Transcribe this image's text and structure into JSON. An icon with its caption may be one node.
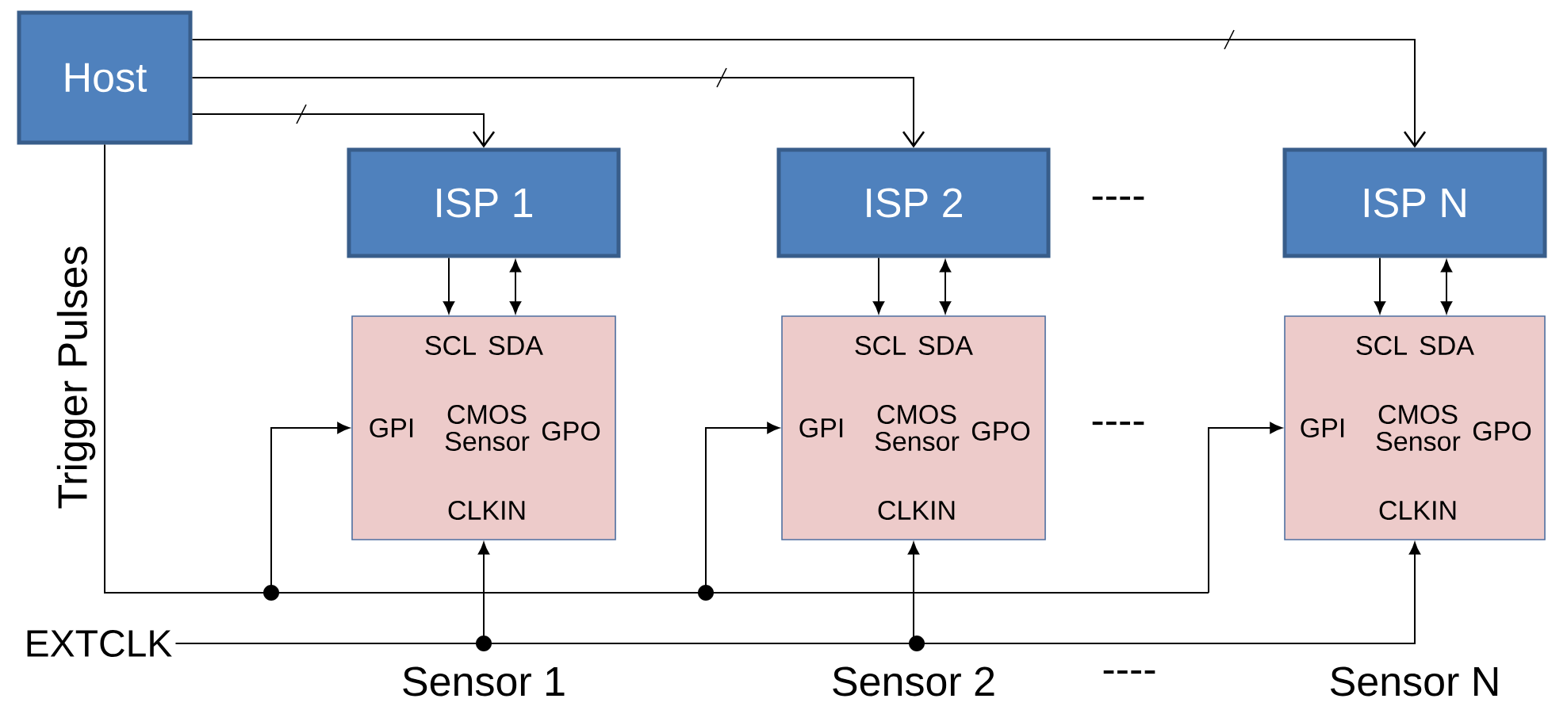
{
  "diagram": {
    "nodes": [
      {
        "text": [
          "Host"
        ]
      },
      {
        "text": [
          "ISP 1"
        ]
      },
      {
        "text": [
          "ISP 2"
        ]
      },
      {
        "text": [
          "ISP N"
        ]
      },
      {
        "text": [
          "SCL",
          "SDA",
          "GPI",
          "CMOS Sensor",
          "GPO",
          "CLKIN"
        ],
        "beside": [
          "Sensor 1"
        ]
      },
      {
        "text": [
          "SCL",
          "SDA",
          "GPI",
          "CMOS Sensor",
          "GPO",
          "CLKIN"
        ],
        "beside": [
          "Sensor 2"
        ]
      },
      {
        "text": [
          "SCL",
          "SDA",
          "GPI",
          "CMOS Sensor",
          "GPO",
          "CLKIN"
        ],
        "beside": [
          "Sensor N"
        ]
      },
      {
        "text": [
          "EXTCLK"
        ]
      }
    ],
    "edges": [
      {
        "from": 0,
        "to": 1,
        "arrow": "to"
      },
      {
        "from": 0,
        "to": 2,
        "arrow": "to"
      },
      {
        "from": 0,
        "to": 3,
        "arrow": "to"
      },
      {
        "from": 1,
        "to": 4,
        "arrow": "to"
      },
      {
        "from": 1,
        "to": 4,
        "arrow": "both"
      },
      {
        "from": 2,
        "to": 5,
        "arrow": "to"
      },
      {
        "from": 2,
        "to": 5,
        "arrow": "both"
      },
      {
        "from": 3,
        "to": 6,
        "arrow": "to"
      },
      {
        "from": 3,
        "to": 6,
        "arrow": "both"
      },
      {
        "from": 0,
        "to": 4,
        "arrow": "to"
      },
      {
        "from": 0,
        "to": 5,
        "arrow": "to"
      },
      {
        "from": 0,
        "to": 6,
        "arrow": "to"
      },
      {
        "from": 7,
        "to": 4,
        "arrow": "to"
      },
      {
        "from": 7,
        "to": 5,
        "arrow": "to"
      },
      {
        "from": 7,
        "to": 6,
        "arrow": "to"
      }
    ],
    "labels": [
      "----",
      "Trigger Pulses",
      "----",
      "----"
    ]
  }
}
